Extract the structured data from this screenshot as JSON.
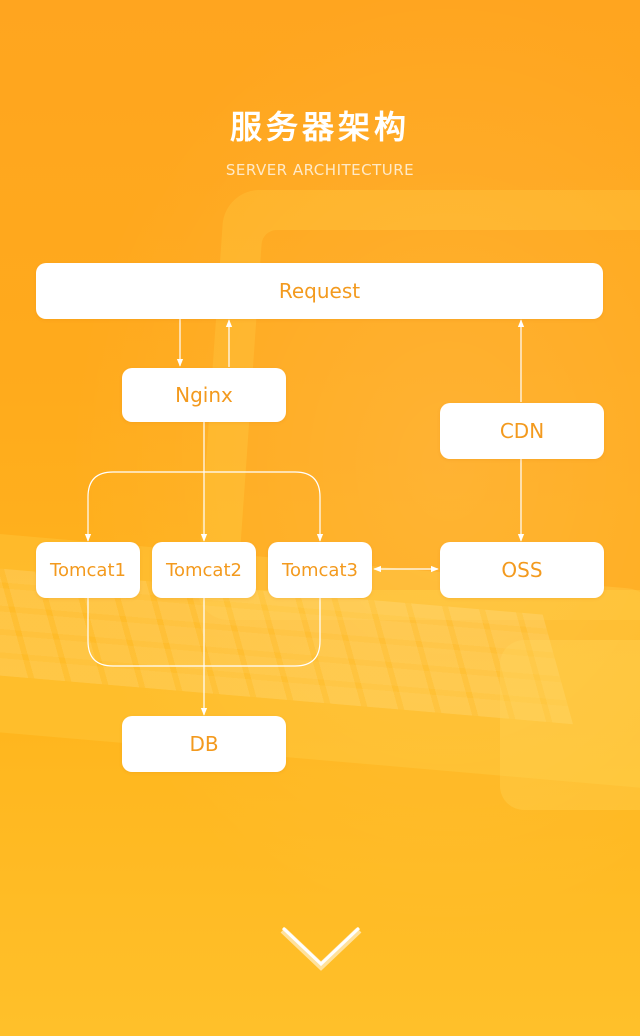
{
  "header": {
    "title": "服务器架构",
    "subtitle": "SERVER ARCHITECTURE"
  },
  "nodes": {
    "request": "Request",
    "nginx": "Nginx",
    "cdn": "CDN",
    "tomcat1": "Tomcat1",
    "tomcat2": "Tomcat2",
    "tomcat3": "Tomcat3",
    "oss": "OSS",
    "db": "DB"
  },
  "colors": {
    "accent_text": "#f39a1e",
    "node_fill": "#ffffff",
    "connector": "#ffffff"
  },
  "icons": {
    "scroll_hint": "chevron-down-icon"
  }
}
